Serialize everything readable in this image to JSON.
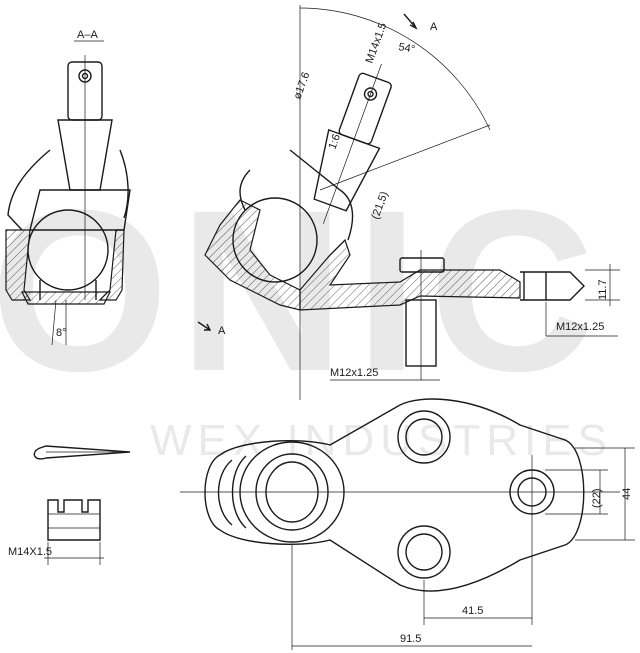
{
  "watermark": {
    "big": "ONIC",
    "sub": "WEX INDUSTRIES"
  },
  "labels": {
    "section": "A–A",
    "view_a_top": "A",
    "view_a_bottom": "A",
    "angle": "54°",
    "thread_top": "M14x1.5",
    "dia": "ø17.6",
    "taper": "1:6",
    "taper_len": "(21,5)",
    "angle_small": "8°",
    "h117": "11.7",
    "thread_right": "M12x1.25",
    "thread_stud": "M12x1.25",
    "dim_44": "44",
    "dim_22": "(22)",
    "dim_415": "41.5",
    "dim_915": "91.5",
    "nut_thread": "M14X1.5"
  },
  "colors": {
    "line": "#1a1a1a",
    "watermark": "#e9e9e9",
    "background": "#ffffff"
  }
}
